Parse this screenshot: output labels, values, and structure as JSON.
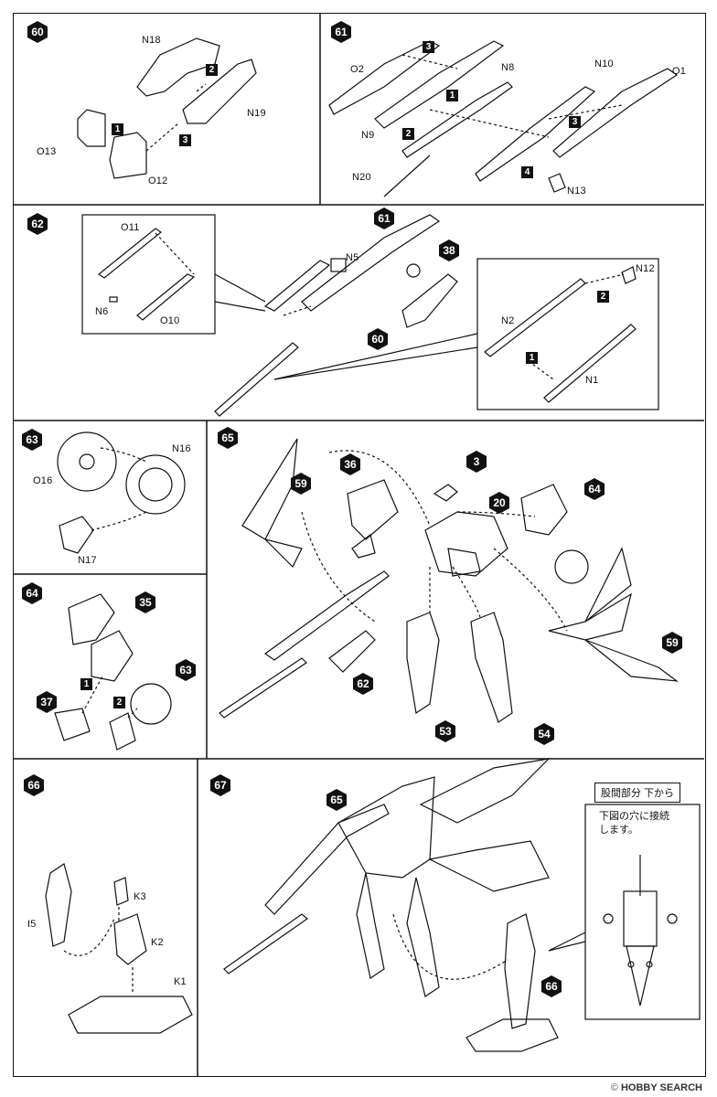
{
  "steps": {
    "s60": {
      "num": "60",
      "parts": [
        "N18",
        "N19",
        "O13",
        "O12"
      ],
      "substeps": [
        "1",
        "2",
        "3"
      ]
    },
    "s61": {
      "num": "61",
      "parts": [
        "O2",
        "N8",
        "N10",
        "O1",
        "N9",
        "N20",
        "N13"
      ],
      "substeps": [
        "1",
        "2",
        "3",
        "3",
        "4"
      ]
    },
    "s62": {
      "num": "62",
      "parts": [
        "O11",
        "N6",
        "O10",
        "N5",
        "N12",
        "N2",
        "N1"
      ],
      "refs": [
        "61",
        "38",
        "60"
      ],
      "substeps": [
        "1",
        "2"
      ]
    },
    "s63": {
      "num": "63",
      "parts": [
        "O16",
        "N16",
        "N17"
      ]
    },
    "s64": {
      "num": "64",
      "refs": [
        "35",
        "37",
        "63"
      ],
      "substeps": [
        "1",
        "2"
      ]
    },
    "s65": {
      "num": "65",
      "refs": [
        "59",
        "36",
        "3",
        "20",
        "64",
        "62",
        "53",
        "54",
        "59"
      ]
    },
    "s66": {
      "num": "66",
      "parts": [
        "I5",
        "K3",
        "K2",
        "K1"
      ]
    },
    "s67": {
      "num": "67",
      "refs": [
        "65",
        "66"
      ],
      "note_title": "股間部分 下から",
      "note_lines": [
        "下図の穴に接続",
        "します。"
      ]
    }
  },
  "watermark": {
    "brand": "HOBBY SEARCH",
    "copyright": "©"
  },
  "colors": {
    "ink": "#111111",
    "paper": "#ffffff"
  }
}
